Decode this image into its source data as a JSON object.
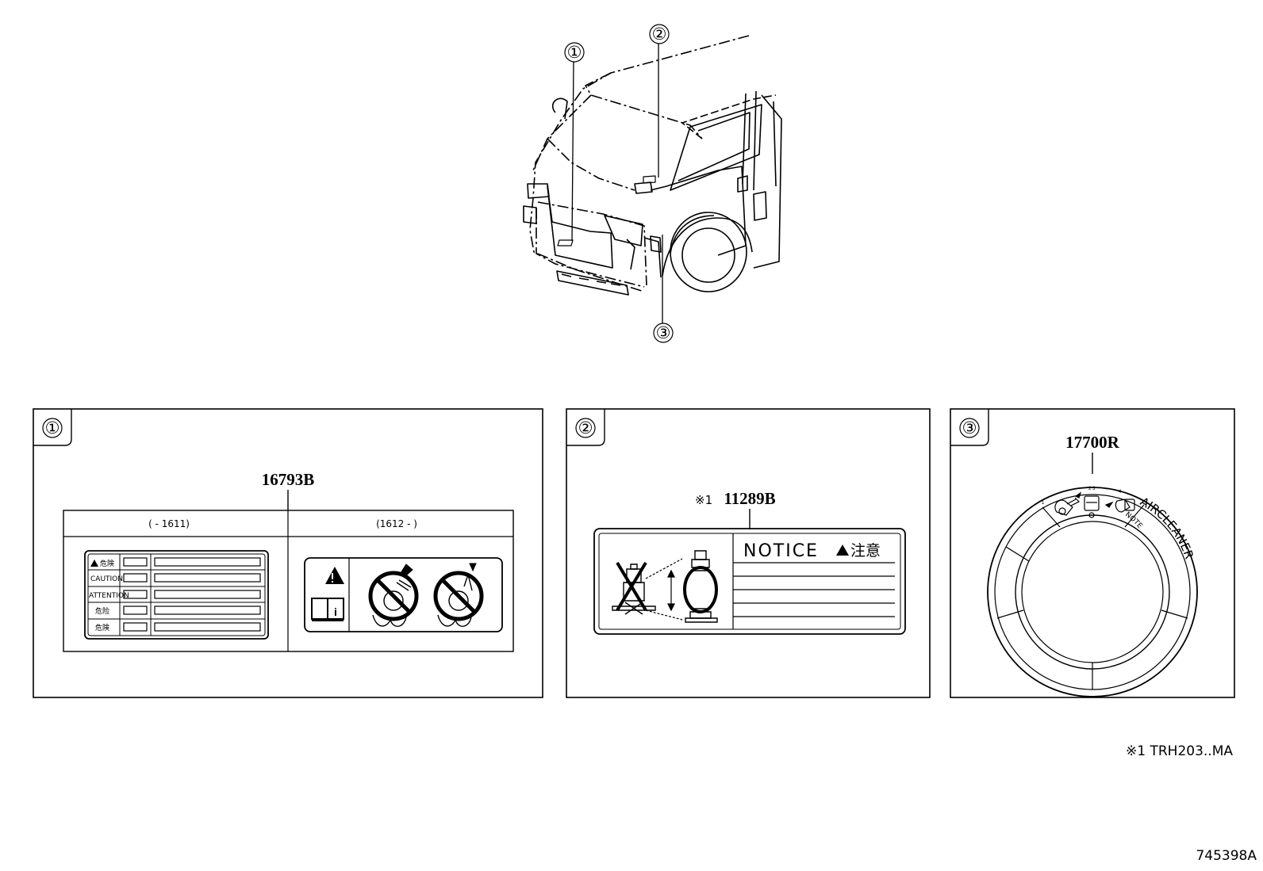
{
  "callouts": {
    "one": "①",
    "two": "②",
    "three": "③"
  },
  "panel1": {
    "part_number": "16793B",
    "left_range": "(        - 1611)",
    "right_range": "(1612 -        )",
    "warning_labels": [
      "危険",
      "CAUTION",
      "ATTENTION",
      "危险",
      "危険"
    ]
  },
  "panel2": {
    "part_number_mark": "※1",
    "part_number": "11289B",
    "notice_text": "NOTICE",
    "notice_jp": "注意"
  },
  "panel3": {
    "part_number": "17700R",
    "ring_text": "AIRCLEANER",
    "ring_note": "NOTE"
  },
  "footnote": "※1 TRH203..MA",
  "diagram_id": "745398A"
}
